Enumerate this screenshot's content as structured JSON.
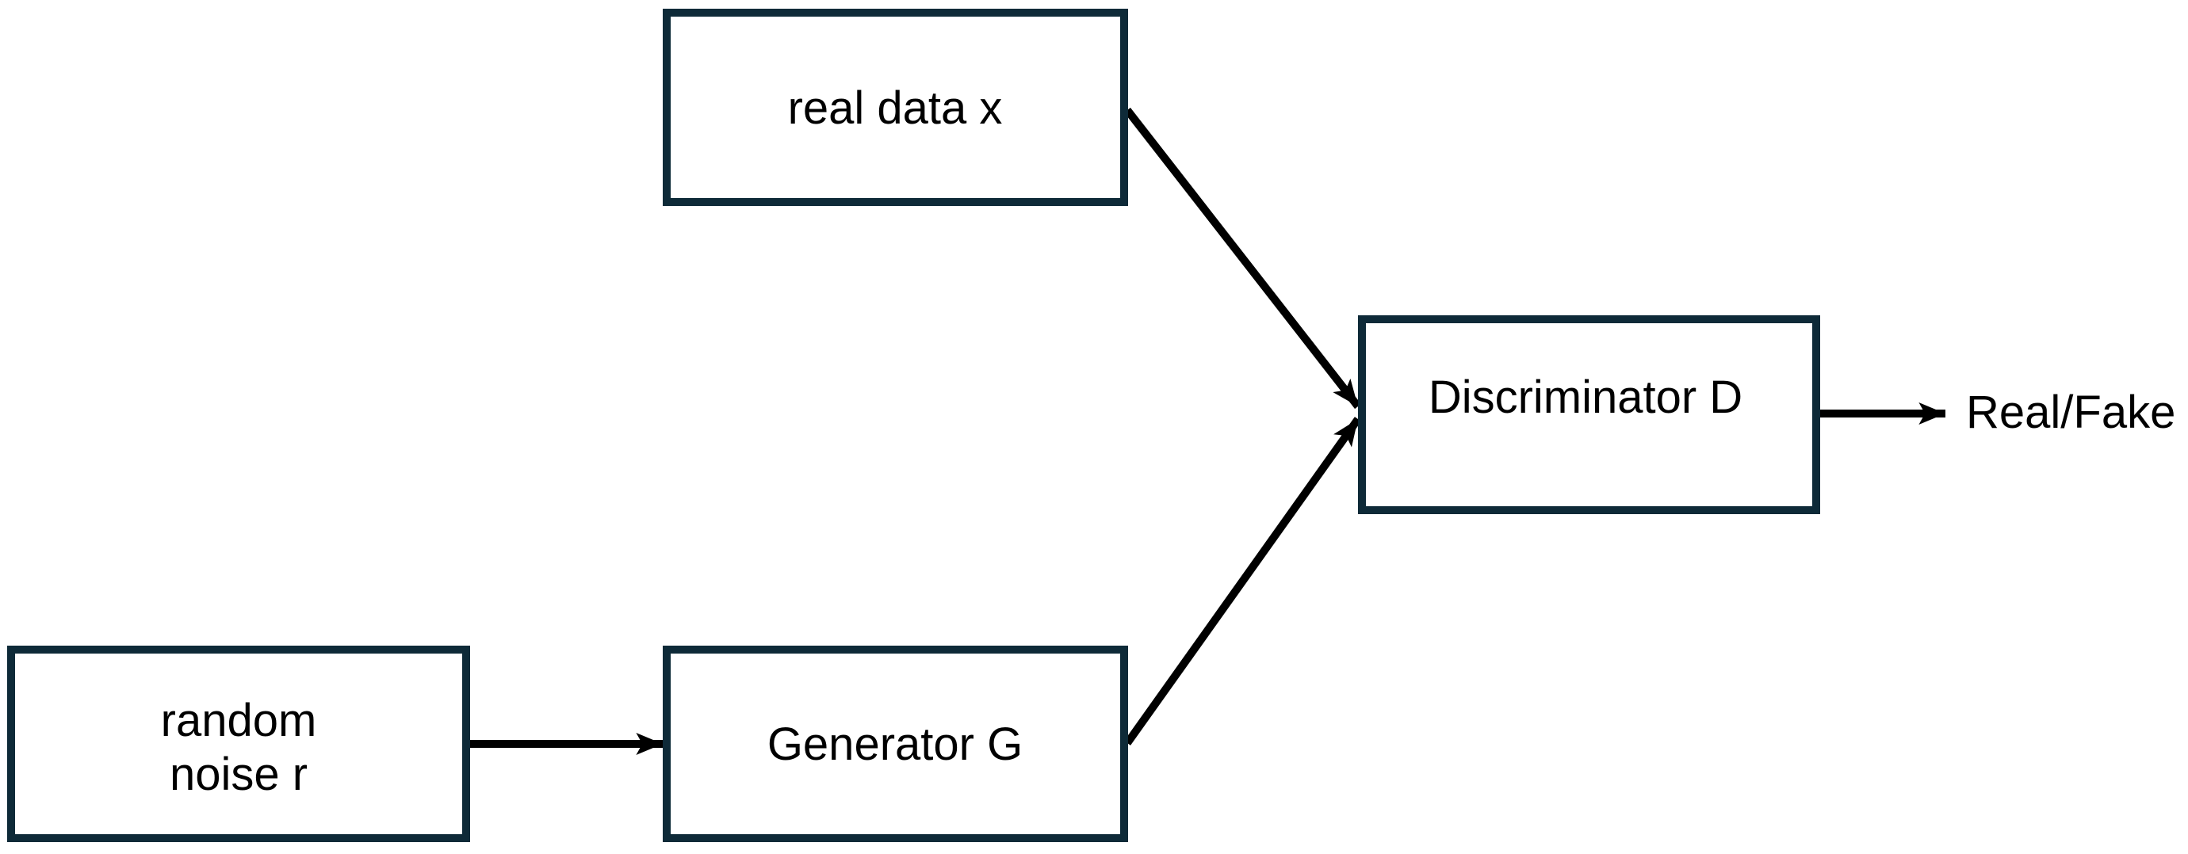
{
  "diagram": {
    "background": "#ffffff",
    "colors": {
      "page_bg": "#ffffff",
      "box_border": "#0e2a38",
      "box_fill": "#ffffff",
      "arrow": "#000000",
      "label": "#000000"
    },
    "nodes": {
      "real_data": {
        "label": "real data x"
      },
      "random_noise": {
        "label_line1": "random",
        "label_line2": "noise r"
      },
      "generator": {
        "label": "Generator G"
      },
      "discriminator": {
        "label": "Discriminator D"
      }
    },
    "output": {
      "label": "Real/Fake"
    },
    "edges": [
      {
        "from": "real_data",
        "to": "discriminator"
      },
      {
        "from": "random_noise",
        "to": "generator"
      },
      {
        "from": "generator",
        "to": "discriminator"
      },
      {
        "from": "discriminator",
        "to": "output"
      }
    ]
  }
}
